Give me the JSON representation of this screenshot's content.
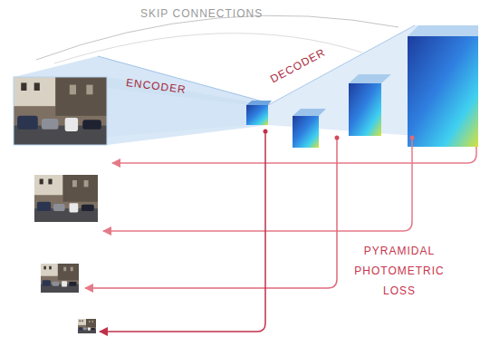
{
  "diagram": {
    "labels": [
      "SKIP CONNECTIONS",
      "ENCODER",
      "DECODER",
      "PYRAMIDAL PHOTOMETRIC LOSS"
    ]
  }
}
